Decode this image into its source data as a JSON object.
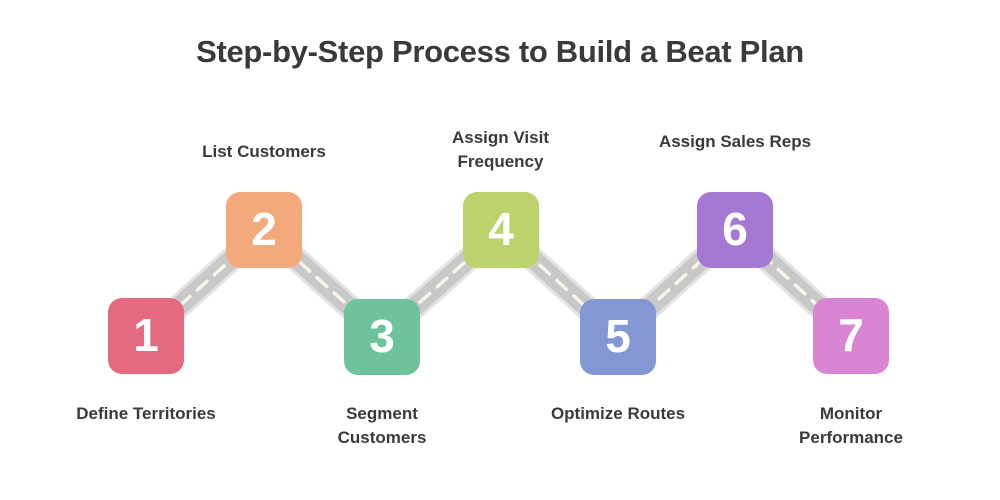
{
  "title": "Step-by-Step Process to Build a Beat Plan",
  "colors": {
    "background": "#ffffff",
    "title_text": "#3a3a3a",
    "label_text": "#3a3a3a",
    "number_text": "#ffffff",
    "road_body": "#c8c8c8",
    "road_edge": "#e3e3e3",
    "road_dash": "#f8f5e8"
  },
  "steps": [
    {
      "number": "1",
      "label": "Define Territories",
      "color": "#e56a80",
      "label_position": "below"
    },
    {
      "number": "2",
      "label": "List Customers",
      "color": "#f4a97c",
      "label_position": "above"
    },
    {
      "number": "3",
      "label": "Segment Customers",
      "color": "#6fc39c",
      "label_position": "below"
    },
    {
      "number": "4",
      "label": "Assign Visit Frequency",
      "color": "#bcd26d",
      "label_position": "above"
    },
    {
      "number": "5",
      "label": "Optimize Routes",
      "color": "#8497d5",
      "label_position": "below"
    },
    {
      "number": "6",
      "label": "Assign Sales Reps",
      "color": "#a478d3",
      "label_position": "above"
    },
    {
      "number": "7",
      "label": "Monitor Performance",
      "color": "#d886d3",
      "label_position": "below"
    }
  ]
}
